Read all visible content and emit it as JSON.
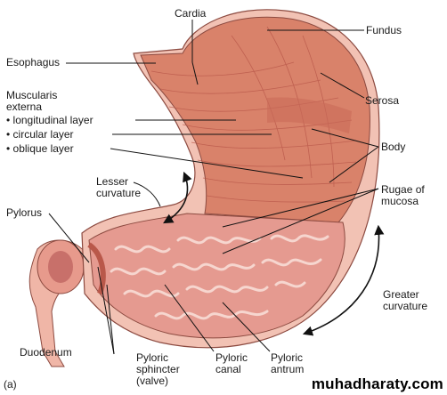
{
  "labels": {
    "cardia": "Cardia",
    "fundus": "Fundus",
    "esophagus": "Esophagus",
    "serosa": "Serosa",
    "muscularis_1": "Muscularis",
    "muscularis_2": "externa",
    "longitudinal": "• longitudinal layer",
    "circular": "• circular layer",
    "oblique": "• oblique layer",
    "body": "Body",
    "lesser_1": "Lesser",
    "lesser_2": "curvature",
    "rugae_1": "Rugae of",
    "rugae_2": "mucosa",
    "pylorus": "Pylorus",
    "greater_1": "Greater",
    "greater_2": "curvature",
    "duodenum": "Duodenum",
    "sphincter_1": "Pyloric",
    "sphincter_2": "sphincter",
    "sphincter_3": "(valve)",
    "canal_1": "Pyloric",
    "canal_2": "canal",
    "antrum_1": "Pyloric",
    "antrum_2": "antrum",
    "panel": "(a)"
  },
  "watermark": "muhadharaty.com",
  "colors": {
    "muscle": "#d9826a",
    "muscle_dark": "#b9584a",
    "serosa": "#f2c2b4",
    "mucosa": "#e59a90",
    "rugae": "#f6d6cf",
    "duodenum": "#f0b6a7",
    "leader": "#111111"
  }
}
